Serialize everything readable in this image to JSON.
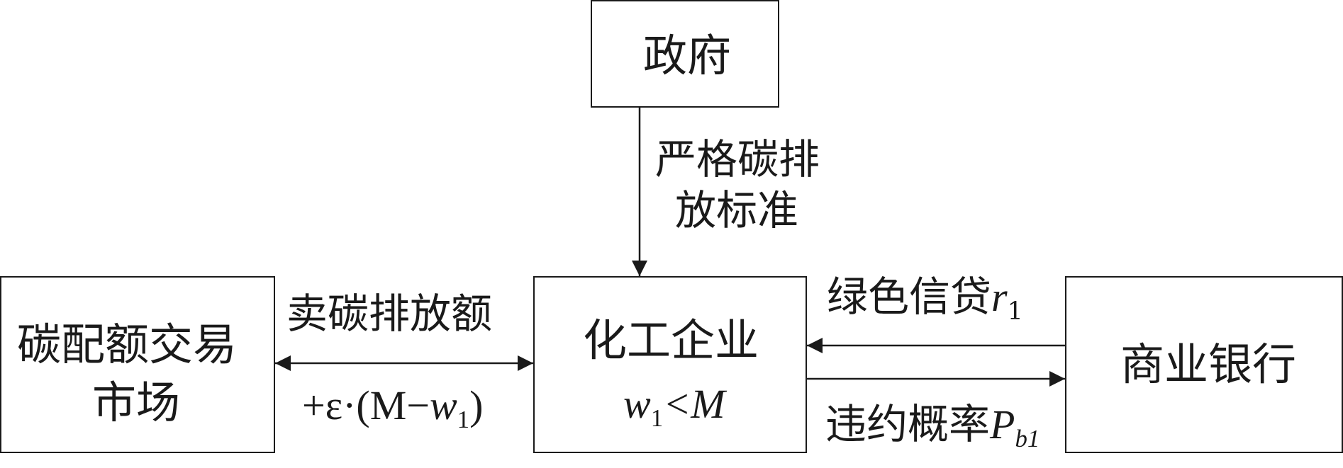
{
  "nodes": {
    "government": "政府",
    "chemical_enterprise": "化工企业",
    "chemical_enterprise_condition": {
      "var": "w",
      "sub": "1",
      "rest": "<M"
    },
    "carbon_market_line1": "碳配额交易",
    "carbon_market_line2": "市场",
    "commercial_bank": "商业银行"
  },
  "edges": {
    "gov_to_enterprise_line1": "严格碳排",
    "gov_to_enterprise_line2": "放标准",
    "market_enterprise_top": "卖碳排放额",
    "market_enterprise_bottom": {
      "prefix": "+ε·(M−",
      "var": "w",
      "sub": "1",
      "suffix": ")"
    },
    "bank_to_enterprise": {
      "text": "绿色信贷",
      "var": "r",
      "sub": "1"
    },
    "enterprise_to_bank": {
      "text": "违约概率",
      "var": "P",
      "sub": "b1"
    }
  }
}
